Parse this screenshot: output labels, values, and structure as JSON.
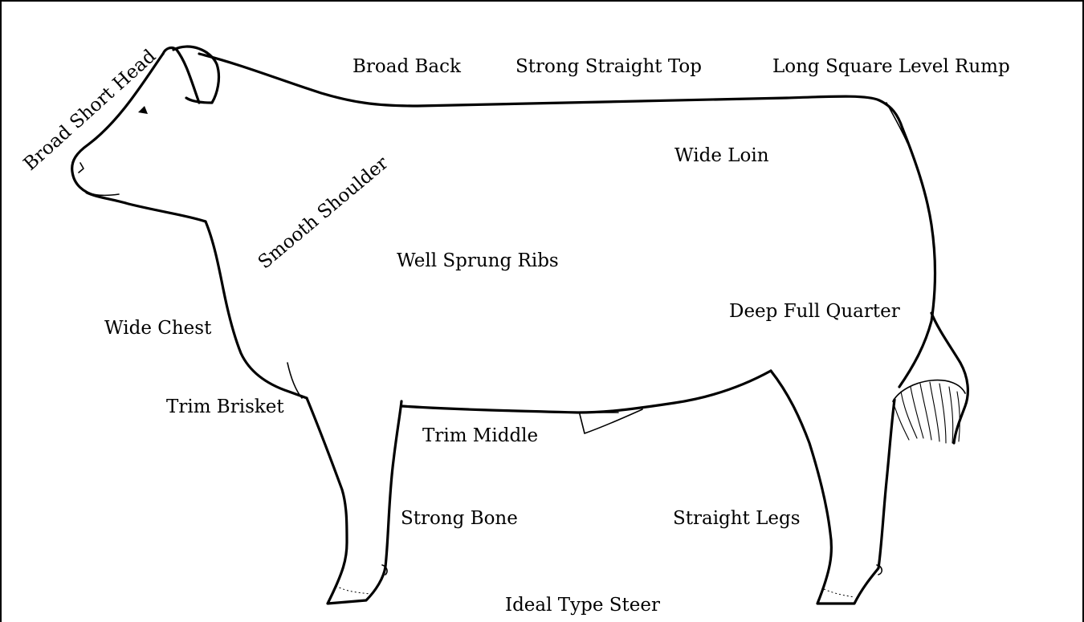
{
  "labels": {
    "broad_short_head": "Broad Short Head",
    "broad_back": "Broad Back",
    "strong_straight_top": "Strong Straight Top",
    "long_square_level_rump": "Long Square Level Rump",
    "wide_loin": "Wide Loin",
    "smooth_shoulder": "Smooth Shoulder",
    "well_sprung_ribs": "Well Sprung Ribs",
    "deep_full_quarter": "Deep Full Quarter",
    "wide_chest": "Wide Chest",
    "trim_brisket": "Trim Brisket",
    "trim_middle": "Trim Middle",
    "strong_bone": "Strong Bone",
    "straight_legs": "Straight Legs",
    "ideal_type_steer": "Ideal Type Steer"
  }
}
